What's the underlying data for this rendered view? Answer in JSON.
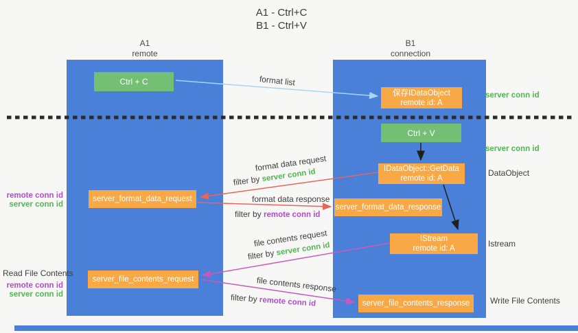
{
  "title": {
    "line1": "A1 - Ctrl+C",
    "line2": "B1 - Ctrl+V"
  },
  "columns": {
    "left": {
      "name": "A1",
      "subtitle": "remote"
    },
    "right": {
      "name": "B1",
      "subtitle": "connection"
    }
  },
  "nodes": {
    "ctrl_c": {
      "label": "Ctrl + C"
    },
    "ctrl_v": {
      "label": "Ctrl + V"
    },
    "save_dataobject": {
      "line1": "保存IDataObject",
      "line2": "remote id: A"
    },
    "getdata": {
      "line1": "IDataObject::GetData",
      "line2": "remote id: A"
    },
    "istream": {
      "line1": "IStream",
      "line2": "remote id: A"
    },
    "format_request": {
      "label": "server_format_data_request"
    },
    "format_response": {
      "label": "server_format_data_response"
    },
    "file_request": {
      "label": "server_file_contents_request"
    },
    "file_response": {
      "label": "server_file_contents_response"
    }
  },
  "edge_labels": {
    "format_list": "format list",
    "format_data_request": "format data request",
    "format_data_response": "format data response",
    "file_contents_request": "file contents request",
    "file_contents_response": "file contents response",
    "filter_by": "filter by "
  },
  "terms": {
    "server_conn_id": "server conn id",
    "remote_conn_id": "remote conn id"
  },
  "annotations": {
    "dataobject": "DataObject",
    "istream": "Istream",
    "read_file_contents": "Read File Contents",
    "write_file_contents": "Write File Contents"
  },
  "colors": {
    "column_blue": "#4a80d8",
    "node_green": "#74bf73",
    "node_orange": "#f8a946",
    "server_conn_green": "#53b553",
    "remote_conn_purple": "#ad4fc9",
    "arrow_red": "#e8655c",
    "arrow_magenta": "#c957bd",
    "arrow_lightblue": "#a9d5f5",
    "arrow_black": "#1f1f1f"
  }
}
